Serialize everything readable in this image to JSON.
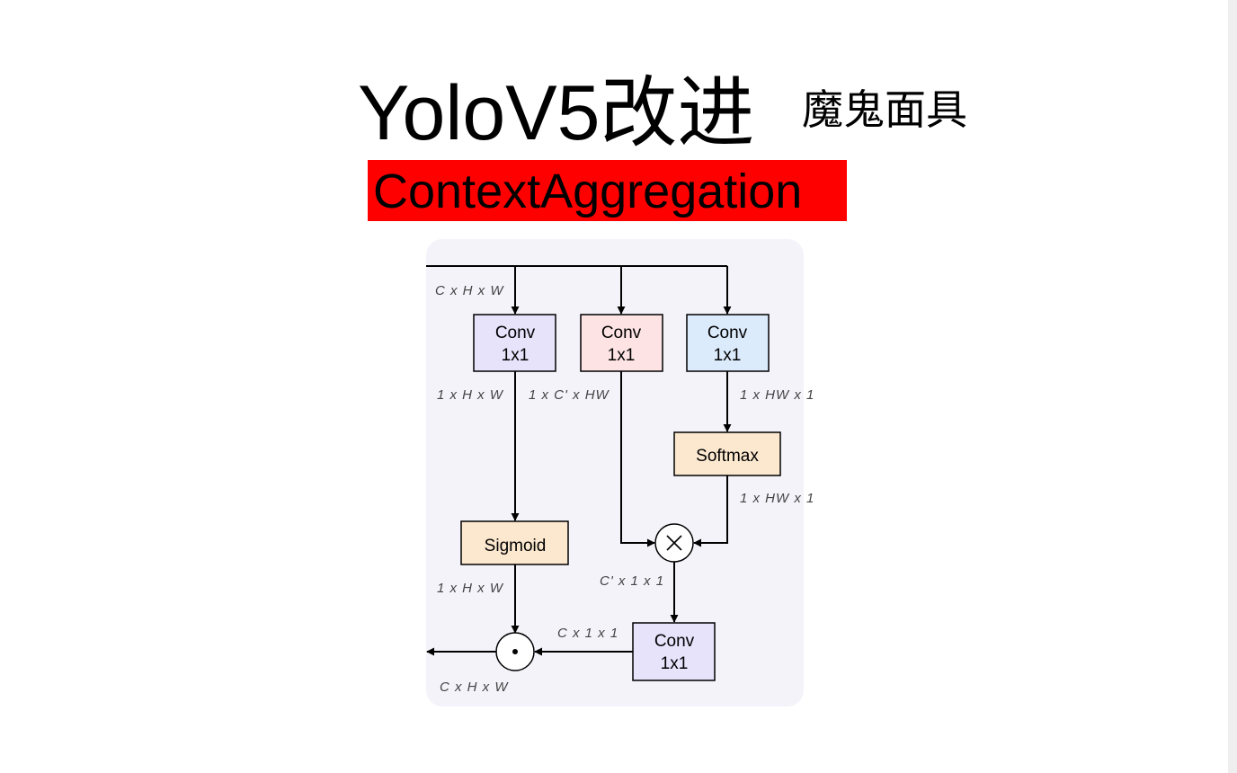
{
  "header": {
    "title": "YoloV5改进",
    "author": "魔鬼面具",
    "banner": "ContextAggregation"
  },
  "diagram": {
    "blocks": {
      "conv_a_l1": "Conv",
      "conv_a_l2": "1x1",
      "conv_b_l1": "Conv",
      "conv_b_l2": "1x1",
      "conv_c_l1": "Conv",
      "conv_c_l2": "1x1",
      "softmax": "Softmax",
      "sigmoid": "Sigmoid",
      "conv_out_l1": "Conv",
      "conv_out_l2": "1x1"
    },
    "dims": {
      "input": "C x H x W",
      "after_conv_a": "1 x H x W",
      "after_conv_b": "1 x C' x HW",
      "after_conv_c": "1 x HW x 1",
      "after_softmax": "1 x HW x 1",
      "after_sigmoid": "1 x H x W",
      "after_matmul": "C' x 1 x 1",
      "after_conv_out": "C x 1 x 1",
      "output": "C x H x W"
    },
    "colors": {
      "panel": "#f4f3fa",
      "conv_a": "#e6e3fb",
      "conv_b": "#fde3e3",
      "conv_c": "#dcebfb",
      "softmax": "#fbe8cf",
      "sigmoid": "#fbe8cf",
      "conv_out": "#e6e3fb"
    }
  }
}
